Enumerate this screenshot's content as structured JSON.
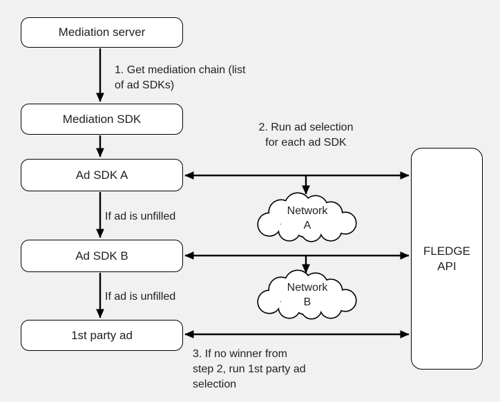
{
  "nodes": {
    "mediation_server": "Mediation server",
    "mediation_sdk": "Mediation SDK",
    "ad_sdk_a": "Ad SDK A",
    "ad_sdk_b": "Ad SDK B",
    "first_party_ad": "1st party ad",
    "fledge_api": "FLEDGE\nAPI"
  },
  "clouds": {
    "network_a": "Network\nA",
    "network_b": "Network\nB"
  },
  "labels": {
    "step1": "1. Get mediation chain (list\nof ad SDKs)",
    "step2": "2. Run ad selection\nfor each ad SDK",
    "unfilled_a": "If ad is unfilled",
    "unfilled_b": "If ad is unfilled",
    "step3": "3. If no winner from\nstep 2, run 1st party ad\nselection"
  },
  "colors": {
    "background": "#f1f1f1",
    "node_fill": "#ffffff",
    "stroke": "#000000",
    "text": "#1f1f1f"
  }
}
